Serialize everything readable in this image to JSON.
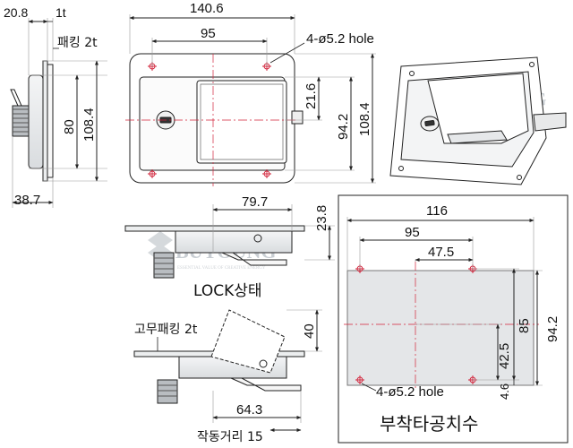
{
  "watermark": {
    "brand": "BUYOUNG",
    "tagline": "ESSENTIAL VALUE OF CREATIVE ENERGY"
  },
  "side_view": {
    "top_left": "20.8",
    "top_right": "1t",
    "packing": "패킹 2t",
    "height_inner": "80",
    "height_outer": "108.4",
    "depth": "38.7"
  },
  "front_view": {
    "width": "140.6",
    "hole_spacing": "95",
    "holes": "4-ø5.2 hole",
    "lock_offset": "21.6",
    "height_inner": "94.2",
    "height_outer": "108.4"
  },
  "lock_view": {
    "length": "79.7",
    "height": "23.8",
    "caption": "LOCK상태"
  },
  "open_view": {
    "rubber_packing": "고무패킹 2t",
    "height": "40",
    "length": "64.3",
    "travel": "작동거리 15"
  },
  "cutout": {
    "width": "116",
    "hole_spacing": "95",
    "half_width": "47.5",
    "height": "94.2",
    "hole_vertical": "85",
    "center_offset": "42.5",
    "edge_offset": "4.6",
    "holes": "4-ø5.2 hole",
    "caption": "부착타공치수"
  }
}
